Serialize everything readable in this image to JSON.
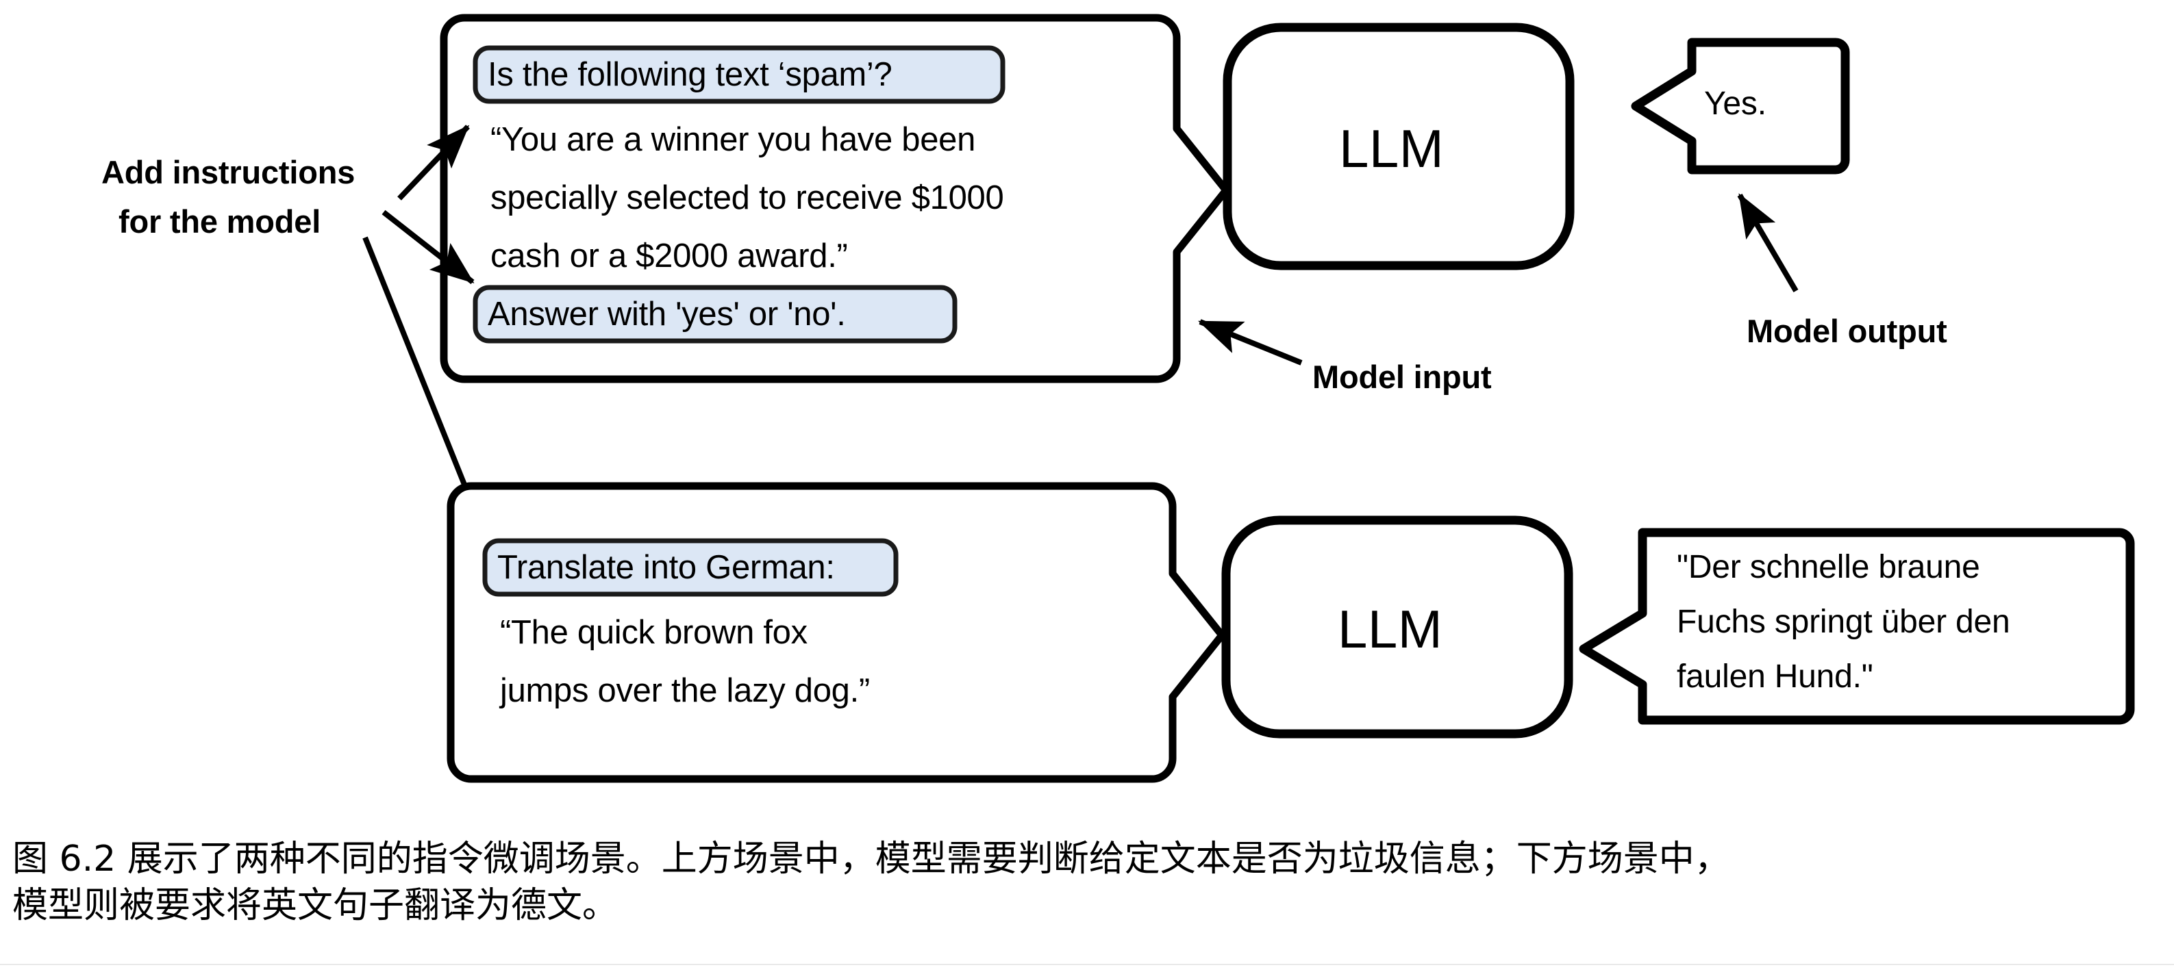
{
  "figure": {
    "annotations": {
      "add_instructions_line1": "Add instructions",
      "add_instructions_line2": "for the model",
      "model_input": "Model input",
      "model_output": "Model output"
    },
    "scenarios": [
      {
        "id": "spam-classification",
        "input_box": {
          "instruction_pill": "Is the following text ‘spam’?",
          "text_lines": [
            "“You are a winner you have been",
            "specially selected to receive $1000",
            "cash or a $2000 award.”"
          ],
          "answer_pill": "Answer with 'yes' or 'no'."
        },
        "model": {
          "label": "LLM"
        },
        "output_bubble": {
          "lines": [
            "Yes."
          ]
        }
      },
      {
        "id": "german-translation",
        "input_box": {
          "instruction_pill": "Translate into German:",
          "text_lines": [
            "“The quick brown fox",
            "jumps over the lazy dog.”"
          ],
          "answer_pill": null
        },
        "model": {
          "label": "LLM"
        },
        "output_bubble": {
          "lines": [
            "\"Der schnelle braune",
            "Fuchs springt über den",
            "faulen Hund.\""
          ]
        }
      }
    ],
    "colors": {
      "pill_fill": "#dce7f5",
      "stroke": "#000000",
      "background": "#ffffff"
    }
  },
  "caption": {
    "line1": "图 6.2 展示了两种不同的指令微调场景。上方场景中，模型需要判断给定文本是否为垃圾信息；下方场景中，",
    "line2": "模型则被要求将英文句子翻译为德文。"
  }
}
